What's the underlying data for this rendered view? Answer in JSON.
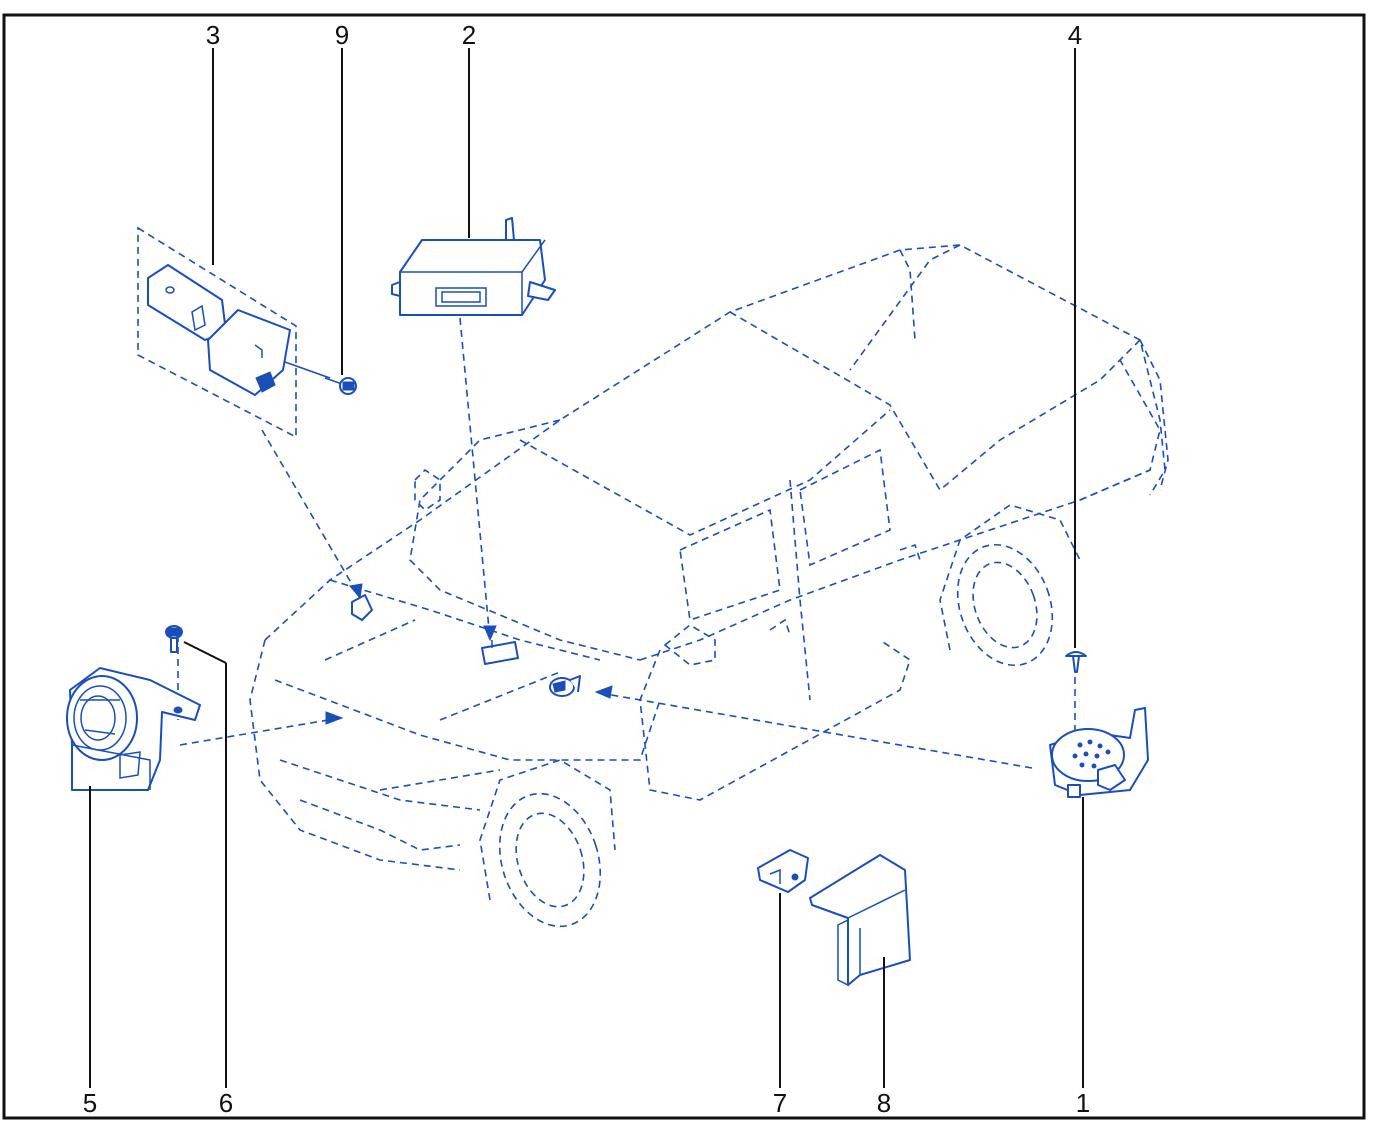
{
  "colors": {
    "line": "#1a4fb8",
    "frame": "#111111",
    "background": "#ffffff"
  },
  "callouts": [
    "3",
    "9",
    "2",
    "4",
    "5",
    "6",
    "7",
    "8",
    "1"
  ]
}
